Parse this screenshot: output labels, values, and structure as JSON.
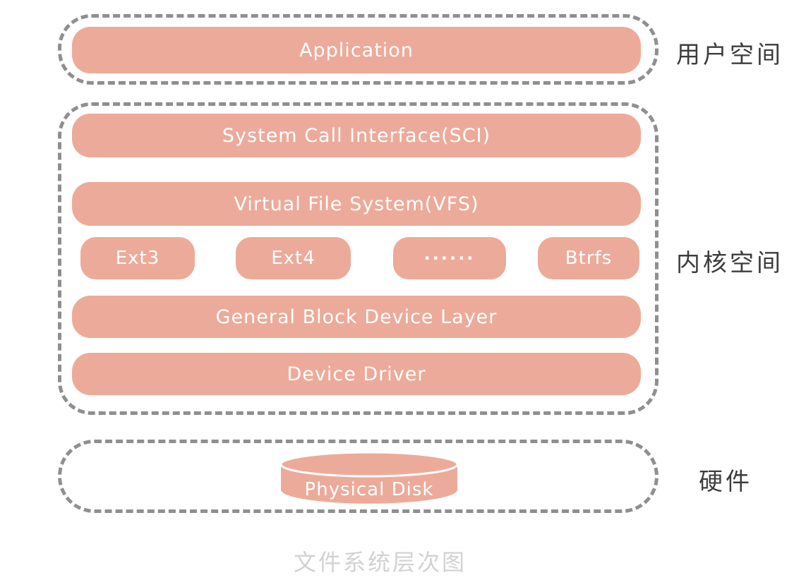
{
  "palette": {
    "box_fill": "#ecab9a",
    "box_text": "#ffffff",
    "dash_border": "#8f8f8f",
    "side_label_text": "#3d3d3d",
    "caption_text": "#d2d2d2"
  },
  "diagram": {
    "user_space": {
      "side_label": "用户空间",
      "application": "Application"
    },
    "kernel_space": {
      "side_label": "内核空间",
      "sci": "System Call Interface(SCI)",
      "vfs": "Virtual File System(VFS)",
      "fs_row": [
        "Ext3",
        "Ext4",
        "······",
        "Btrfs"
      ],
      "general_block": "General Block Device Layer",
      "device_driver": "Device Driver"
    },
    "hardware": {
      "side_label": "硬件",
      "disk": "Physical Disk"
    },
    "caption": "文件系统层次图"
  }
}
